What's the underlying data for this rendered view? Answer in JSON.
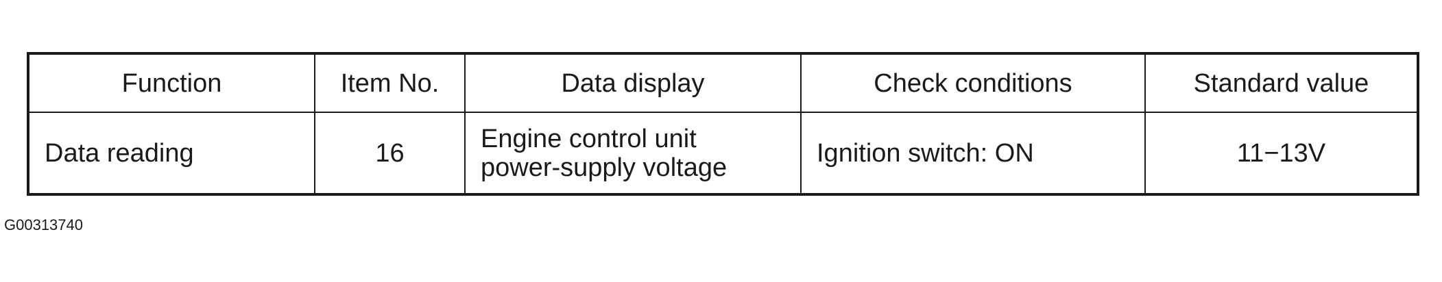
{
  "table": {
    "headers": {
      "function": "Function",
      "item_no": "Item No.",
      "data_display": "Data display",
      "check_conditions": "Check conditions",
      "standard_value": "Standard value"
    },
    "rows": [
      {
        "function": "Data reading",
        "item_no": "16",
        "data_display": "Engine control unit\npower-supply voltage",
        "check_conditions": "Ignition switch: ON",
        "standard_value": "11−13V"
      }
    ]
  },
  "figure_id": "G00313740"
}
